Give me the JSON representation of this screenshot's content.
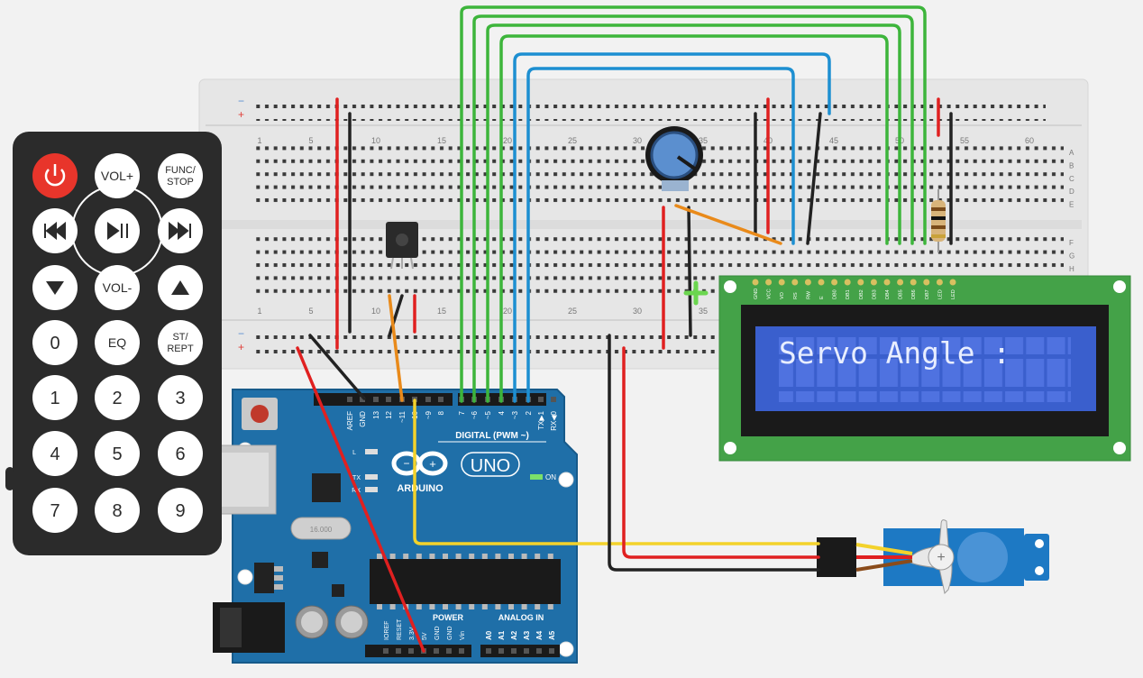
{
  "colors": {
    "breadboard": "#e6e6e6",
    "remote_body": "#2b2b2b",
    "power_button": "#e8352b",
    "arduino_board": "#1f6fa8",
    "lcd_pcb": "#44a248",
    "lcd_screen": "#3a5fcd",
    "wire_green": "#3db53b",
    "wire_blue": "#1d8fd1",
    "wire_red": "#e02020",
    "wire_black": "#222222",
    "wire_orange": "#e98a1a",
    "wire_yellow": "#f3d22b",
    "servo_body": "#1d79c4"
  },
  "breadboard": {
    "column_numbers": [
      "1",
      "5",
      "10",
      "15",
      "20",
      "25",
      "30",
      "35",
      "40",
      "45",
      "50",
      "55",
      "60"
    ],
    "row_letters_top": [
      "A",
      "B",
      "C",
      "D",
      "E"
    ],
    "row_letters_bottom": [
      "F",
      "G",
      "H"
    ],
    "rail_minus": "−",
    "rail_plus": "+"
  },
  "remote": {
    "power_icon": "power-icon",
    "buttons": [
      {
        "label": "VOL+"
      },
      {
        "label": "FUNC/\nSTOP"
      },
      {
        "label": "VOL-"
      },
      {
        "label": "EQ"
      },
      {
        "label": "ST/\nREPT"
      },
      {
        "label": "0"
      },
      {
        "label": "1"
      },
      {
        "label": "2"
      },
      {
        "label": "3"
      },
      {
        "label": "4"
      },
      {
        "label": "5"
      },
      {
        "label": "6"
      },
      {
        "label": "7"
      },
      {
        "label": "8"
      },
      {
        "label": "9"
      }
    ]
  },
  "arduino": {
    "logo_text": "ARDUINO",
    "model": "UNO",
    "digital_header_label": "DIGITAL (PWM ~)",
    "digital_pins": [
      "AREF",
      "GND",
      "13",
      "12",
      "~11",
      "~10",
      "~9",
      "8",
      "7",
      "~6",
      "~5",
      "4",
      "~3",
      "2",
      "TX▶1",
      "RX◀0"
    ],
    "led_labels": [
      "L",
      "TX",
      "RX"
    ],
    "on_label": "ON",
    "power_label": "POWER",
    "power_pins": [
      "IOREF",
      "RESET",
      "3.3V",
      "5V",
      "GND",
      "GND",
      "Vin"
    ],
    "analog_label": "ANALOG IN",
    "analog_pins": [
      "A0",
      "A1",
      "A2",
      "A3",
      "A4",
      "A5"
    ],
    "crystal_label": "16.000"
  },
  "lcd": {
    "pin_labels": [
      "GND",
      "VCC",
      "VO",
      "RS",
      "RW",
      "E",
      "DB0",
      "DB1",
      "DB2",
      "DB3",
      "DB4",
      "DB5",
      "DB6",
      "DB7",
      "LED",
      "LED"
    ],
    "line1": "Servo Angle :",
    "line2": ""
  }
}
